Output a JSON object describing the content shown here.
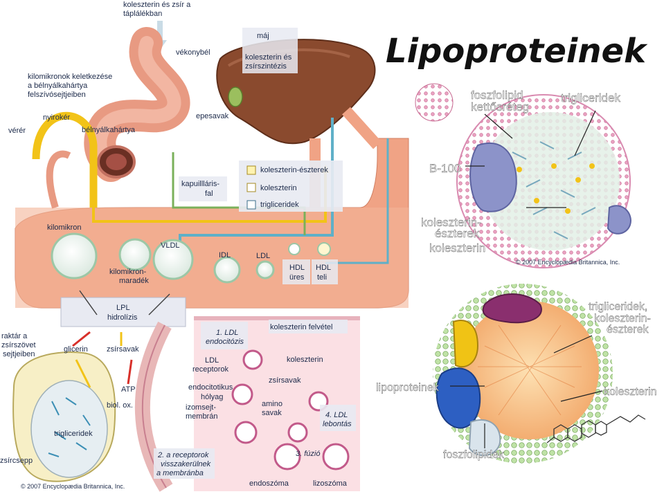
{
  "title": "Lipoproteinek",
  "top_note": [
    "koleszterin és zsír a",
    "táplálékban"
  ],
  "left_diagram": {
    "organs": {
      "small_intestine": "vékonybél",
      "liver": "máj",
      "liver_note": [
        "koleszterin és",
        "zsírszintézis"
      ],
      "bile": "epesavak",
      "chylomicron_origin": [
        "kilomikronok keletkezése",
        "a bélnyálkahártya",
        "felszívósejtjeiben"
      ],
      "lymph": "nyirokér",
      "blood": "vérér",
      "mucosa": "bélnyálkahártya",
      "capillary_wall": [
        "kapuillláris-",
        "fal"
      ]
    },
    "legend": {
      "cholesterol_esters": "koleszterin-észterek",
      "cholesterol": "koleszterin",
      "triglycerides": "trigliceridek"
    },
    "particles": {
      "chylomicron": "kilomikron",
      "remnant": [
        "kilomikron-",
        "maradék"
      ],
      "vldl": "VLDL",
      "idl": "IDL",
      "ldl": "LDL",
      "hdl_empty": [
        "HDL",
        "üres"
      ],
      "hdl_full": [
        "HDL",
        "teli"
      ]
    },
    "lpl": [
      "LPL",
      "hidrolízis"
    ],
    "adipose": {
      "storage": [
        "raktár a",
        "zsírszövet",
        "sejtjeiben"
      ],
      "glycerol": "glicerin",
      "fatty_acids": "zsírsavak",
      "triglycerides": "trigliceridek",
      "fat_droplet": "zsírcsepp"
    },
    "muscle": {
      "atp": "ATP",
      "ox": "biol. ox.",
      "membrane": [
        "izomsejt-",
        "membrán"
      ]
    },
    "endocytosis": {
      "step1": [
        "1. LDL",
        "endocitózis"
      ],
      "receptors": [
        "LDL",
        "receptorok"
      ],
      "vesicle": [
        "endocitotikus",
        "hólyag"
      ],
      "step2": [
        "2. a receptorok",
        "visszakerülnek",
        "a membránba"
      ],
      "uptake": "koleszterin felvétel",
      "cholesterol": "koleszterin",
      "fatty_acids": "zsírsavak",
      "amino": [
        "amino",
        "savak"
      ],
      "step4": [
        "4. LDL",
        "lebontás"
      ],
      "step3": "3. fúzió",
      "endosome": "endoszóma",
      "lysosome": "lizoszóma"
    },
    "copyright": "© 2007 Encyclopædia Britannica, Inc."
  },
  "right_top": {
    "phospholipid_bilayer": [
      "foszfolipid",
      "kettősréteg"
    ],
    "triglycerides": "trigliceridek",
    "b100": "B-100",
    "cholesterol_esters": [
      "koleszterin-",
      "észterek"
    ],
    "cholesterol": "koleszterin",
    "copyright": "© 2007 Encyclopædia Britannica, Inc."
  },
  "right_bottom": {
    "core": [
      "trigliceridek,",
      "koleszterin-",
      "észterek"
    ],
    "lipoproteins": "lipoproteinek",
    "cholesterol": "koleszterin",
    "phospholipids": "foszfolipidek"
  },
  "colors": {
    "intestine": "#e89a82",
    "liver": "#8a4a2e",
    "vessel": "#f0a385",
    "label_bg": "#e8eaf2",
    "yellow_arrow": "#f2c318",
    "red_arrow": "#d8302a",
    "teal_arrow": "#5fb0c8",
    "green_arrow": "#7ab05a"
  }
}
